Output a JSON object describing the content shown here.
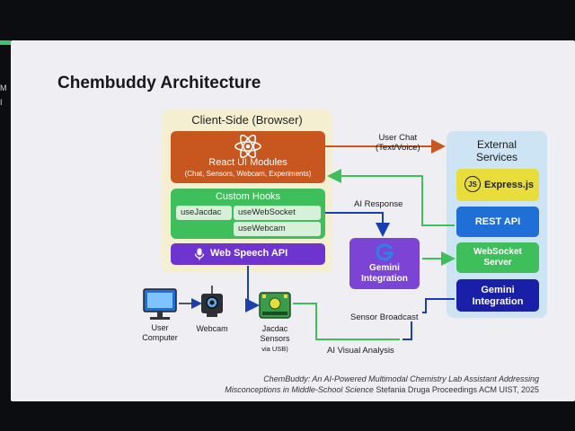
{
  "slide": {
    "title": "Chembuddy Architecture",
    "left_strip": [
      "M",
      "I"
    ]
  },
  "client": {
    "title": "Client-Side (Browser)",
    "react": {
      "title": "React UI Modules",
      "subtitle": "(Chat, Sensors, Webcam, Experiments)"
    },
    "hooks": {
      "title": "Custom Hooks",
      "items": [
        "useJacdac",
        "useWebSocket",
        "useWebcam"
      ]
    },
    "speech": {
      "label": "Web Speech  API"
    }
  },
  "external": {
    "title_line1": "External",
    "title_line2": "Services",
    "express": "Express.js",
    "express_badge": "JS",
    "rest": "REST API",
    "websocket_line1": "WebSocket",
    "websocket_line2": "Server",
    "gemini_line1": "Gemini",
    "gemini_line2": "Integration"
  },
  "gemini_center": {
    "line1": "Gemini",
    "line2": "Integration",
    "icon": "gemini-g-icon"
  },
  "labels": {
    "user_chat_line1": "User Chat",
    "user_chat_line2": "(Text/Voice)",
    "ai_response": "AI Response",
    "sensor_broadcast": "Sensor Broadcast",
    "ai_visual_analysis": "AI Visual Analysis"
  },
  "devices": {
    "user_line1": "User",
    "user_line2": "Computer",
    "webcam": "Webcam",
    "jacdac_line1": "Jacdac",
    "jacdac_line2": "Sensors",
    "jacdac_line3": "via USB)"
  },
  "caption": {
    "line1": "ChemBuddy: An AI-Powered Multimodal Chemistry Lab Assistant Addressing",
    "line2a": "Misconceptions in Middle-School Science",
    "line2b": " Stefania Druga  Proceedings ACM UIST, 2025"
  },
  "colors": {
    "react": "#c8571f",
    "hooks": "#3fbf5c",
    "speech": "#6d34d0",
    "express": "#e8dd3a",
    "rest": "#1f6fd6",
    "websocket": "#3fbf5c",
    "gemini_service": "#1a1fa8",
    "gemini_center": "#7b44d4",
    "arrow_orange": "#c8571f",
    "arrow_green": "#3fbf5c",
    "arrow_blue": "#1a3fb0"
  }
}
